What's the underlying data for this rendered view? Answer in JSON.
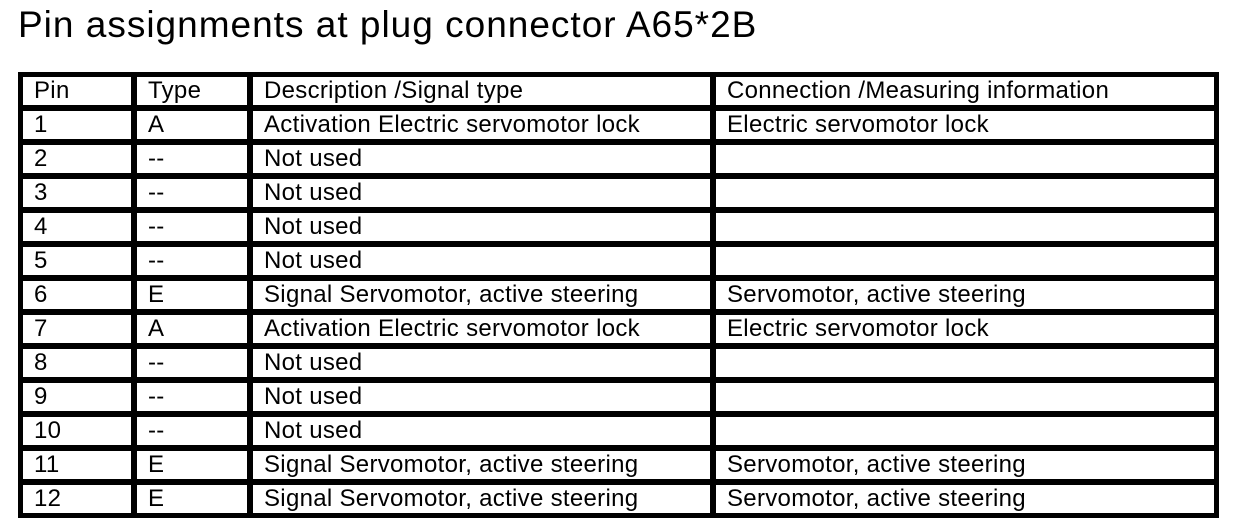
{
  "page_title": "Pin assignments at plug connector A65*2B",
  "colors": {
    "border": "#000000",
    "background": "#ffffff",
    "text": "#000000"
  },
  "table": {
    "columns": [
      "Pin",
      "Type",
      "Description /Signal type",
      "Connection /Measuring information"
    ],
    "rows": [
      {
        "pin": "1",
        "type": "A",
        "description": "Activation Electric servomotor lock",
        "connection": "Electric servomotor lock"
      },
      {
        "pin": "2",
        "type": "--",
        "description": "Not used",
        "connection": ""
      },
      {
        "pin": "3",
        "type": "--",
        "description": "Not used",
        "connection": ""
      },
      {
        "pin": "4",
        "type": "--",
        "description": "Not used",
        "connection": ""
      },
      {
        "pin": "5",
        "type": "--",
        "description": "Not used",
        "connection": ""
      },
      {
        "pin": "6",
        "type": "E",
        "description": "Signal Servomotor, active steering",
        "connection": "Servomotor, active steering"
      },
      {
        "pin": "7",
        "type": "A",
        "description": "Activation Electric servomotor lock",
        "connection": "Electric servomotor lock"
      },
      {
        "pin": "8",
        "type": "--",
        "description": "Not used",
        "connection": ""
      },
      {
        "pin": "9",
        "type": "--",
        "description": "Not used",
        "connection": ""
      },
      {
        "pin": "10",
        "type": "--",
        "description": "Not used",
        "connection": ""
      },
      {
        "pin": "11",
        "type": "E",
        "description": "Signal Servomotor, active steering",
        "connection": "Servomotor, active steering"
      },
      {
        "pin": "12",
        "type": "E",
        "description": "Signal Servomotor, active steering",
        "connection": "Servomotor, active steering"
      }
    ]
  }
}
